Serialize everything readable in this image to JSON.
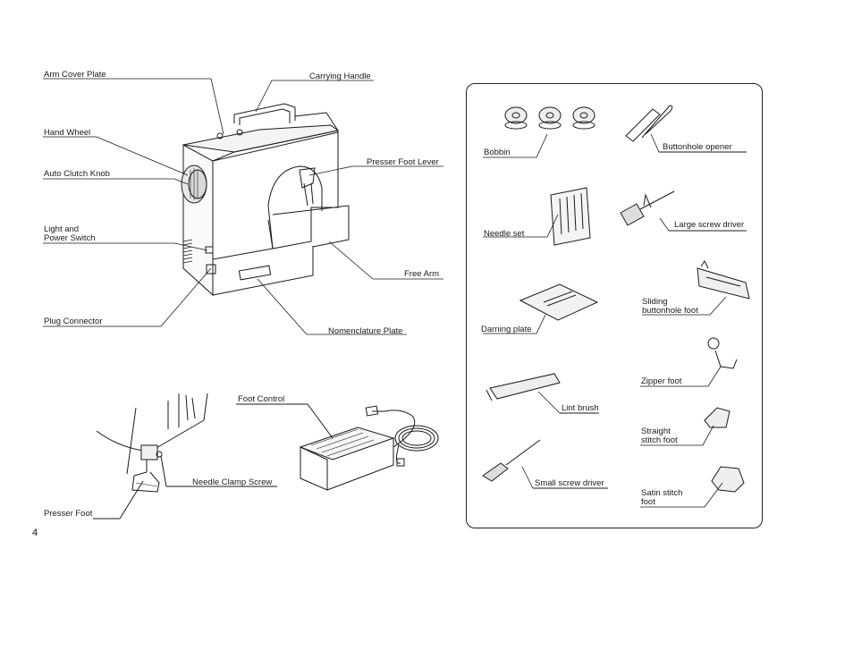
{
  "page_number": "4",
  "machine_labels": {
    "arm_cover_plate": "Arm Cover Plate",
    "carrying_handle": "Carrying Handle",
    "hand_wheel": "Hand Wheel",
    "auto_clutch_knob": "Auto Clutch Knob",
    "presser_foot_lever": "Presser Foot Lever",
    "light_power_1": "Light and",
    "light_power_2": "Power Switch",
    "free_arm": "Free Arm",
    "plug_connector": "Plug Connector",
    "nomenclature_plate": "Nomenclature Plate",
    "foot_control": "Foot Control",
    "needle_clamp_screw": "Needle Clamp Screw",
    "presser_foot": "Presser Foot"
  },
  "accessories": {
    "bobbin": "Bobbin",
    "buttonhole_opener": "Buttonhole opener",
    "needle_set": "Needle set",
    "large_screw_driver": "Large screw driver",
    "sliding_buttonhole_foot_1": "Sliding",
    "sliding_buttonhole_foot_2": "buttonhole foot",
    "darning_plate": "Darning plate",
    "zipper_foot": "Zipper foot",
    "lint_brush": "Lint brush",
    "straight_stitch_foot_1": "Straight",
    "straight_stitch_foot_2": "stitch foot",
    "small_screw_driver": "Small screw driver",
    "satin_stitch_foot_1": "Satin stitch",
    "satin_stitch_foot_2": "foot"
  }
}
